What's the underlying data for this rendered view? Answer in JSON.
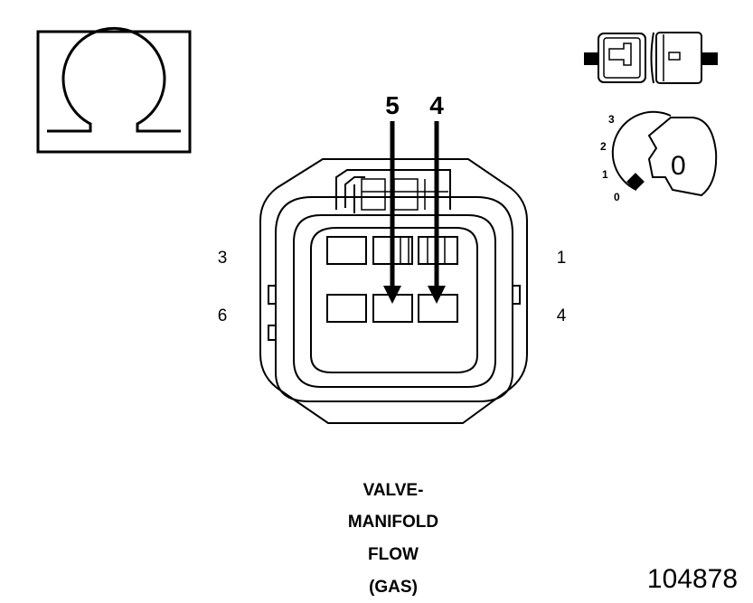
{
  "pin_labels": {
    "top_left": "3",
    "bottom_left": "6",
    "top_right": "1",
    "bottom_right": "4"
  },
  "probe_labels": [
    "5",
    "4"
  ],
  "ignition_positions": [
    "3",
    "2",
    "1",
    "0"
  ],
  "ignition_key_label": "0",
  "component_name": [
    "VALVE-",
    "MANIFOLD",
    "FLOW",
    "(GAS)"
  ],
  "figure_number": "104878",
  "meter_symbol": "ohm-icon",
  "connector_icon": "disconnected-connector-icon",
  "ignition_icon": "ignition-key-icon"
}
